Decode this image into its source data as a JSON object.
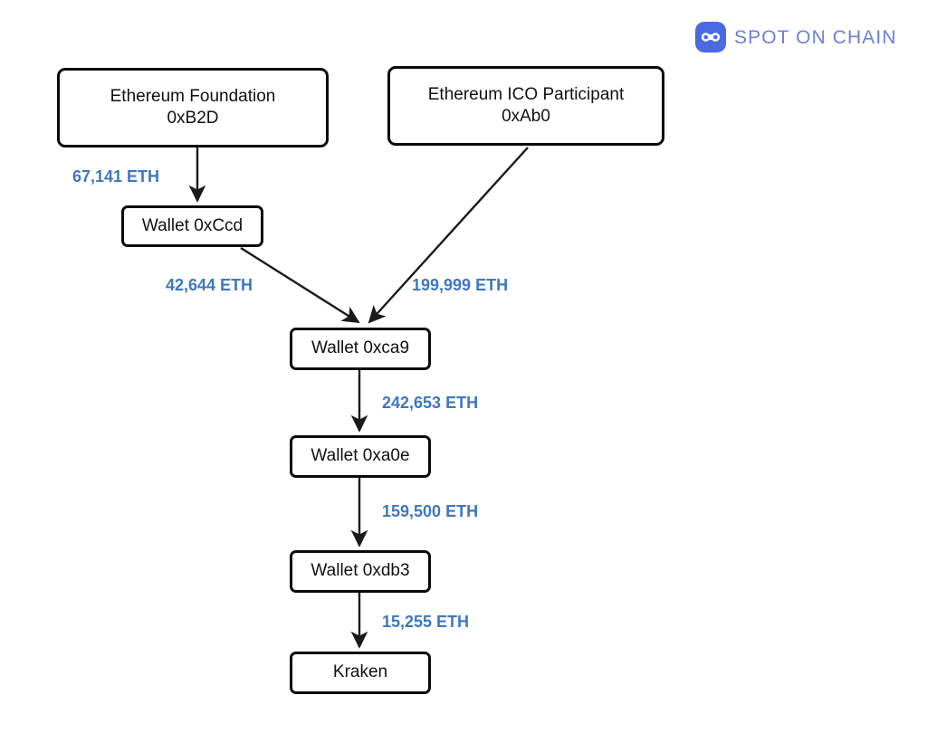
{
  "brand": {
    "name": "SPOT ON CHAIN",
    "logo_icon": "spot-on-chain-goggles-icon",
    "mark_color": "#4a6ae2",
    "word_color": "#6c80d8"
  },
  "diagram": {
    "type": "flow",
    "background": "#ffffff",
    "node_border_color": "#0a0a0a",
    "edge_color": "#1a1a1a",
    "label_color": "#3e78bd",
    "nodes": [
      {
        "id": "eth-foundation",
        "label": "Ethereum Foundation",
        "sublabel": "0xB2D"
      },
      {
        "id": "ico-participant",
        "label": "Ethereum ICO Participant",
        "sublabel": "0xAb0"
      },
      {
        "id": "wallet-ccd",
        "label": "Wallet 0xCcd",
        "sublabel": ""
      },
      {
        "id": "wallet-ca9",
        "label": "Wallet 0xca9",
        "sublabel": ""
      },
      {
        "id": "wallet-a0e",
        "label": "Wallet 0xa0e",
        "sublabel": ""
      },
      {
        "id": "wallet-db3",
        "label": "Wallet 0xdb3",
        "sublabel": ""
      },
      {
        "id": "kraken",
        "label": "Kraken",
        "sublabel": ""
      }
    ],
    "edges": [
      {
        "from": "eth-foundation",
        "to": "wallet-ccd",
        "amount": "67,141 ETH"
      },
      {
        "from": "wallet-ccd",
        "to": "wallet-ca9",
        "amount": "42,644 ETH"
      },
      {
        "from": "ico-participant",
        "to": "wallet-ca9",
        "amount": "199,999 ETH"
      },
      {
        "from": "wallet-ca9",
        "to": "wallet-a0e",
        "amount": "242,653 ETH"
      },
      {
        "from": "wallet-a0e",
        "to": "wallet-db3",
        "amount": "159,500 ETH"
      },
      {
        "from": "wallet-db3",
        "to": "kraken",
        "amount": "15,255 ETH"
      }
    ]
  }
}
